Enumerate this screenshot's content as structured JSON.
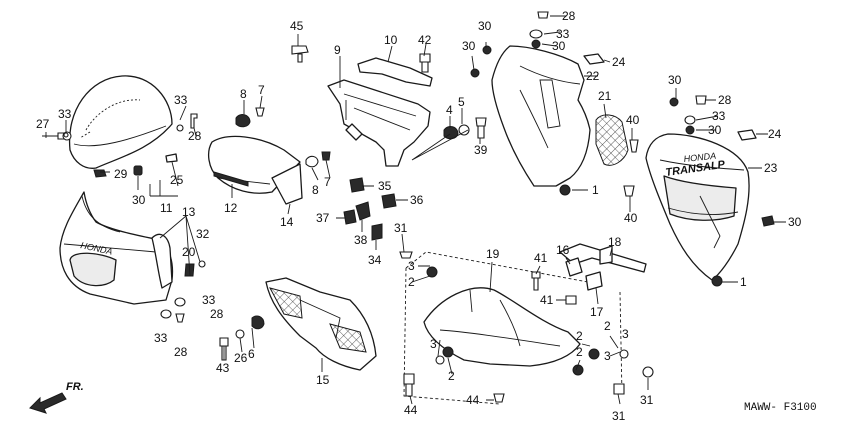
{
  "diagram": {
    "labels": {
      "l1a": "1",
      "l1b": "1",
      "l2a": "2",
      "l2b": "2",
      "l2c": "2",
      "l2d": "2",
      "l2e": "2",
      "l3a": "3",
      "l3b": "3",
      "l3c": "3",
      "l3d": "3",
      "l4": "4",
      "l5": "5",
      "l6": "6",
      "l7a": "7",
      "l7b": "7",
      "l8a": "8",
      "l8b": "8",
      "l9": "9",
      "l10": "10",
      "l11": "11",
      "l12": "12",
      "l13": "13",
      "l14": "14",
      "l15": "15",
      "l16": "16",
      "l17": "17",
      "l18": "18",
      "l19": "19",
      "l20": "20",
      "l21": "21",
      "l22": "22",
      "l23": "23",
      "l24a": "24",
      "l24b": "24",
      "l25": "25",
      "l26": "26",
      "l27": "27",
      "l28a": "28",
      "l28b": "28",
      "l28c": "28",
      "l28d": "28",
      "l28e": "28",
      "l29": "29",
      "l30a": "30",
      "l30b": "30",
      "l30c": "30",
      "l30d": "30",
      "l30e": "30",
      "l30f": "30",
      "l31a": "31",
      "l31b": "31",
      "l32": "32",
      "l33a": "33",
      "l33b": "33",
      "l33c": "33",
      "l33d": "33",
      "l33e": "33",
      "l33f": "33",
      "l34": "34",
      "l35": "35",
      "l36": "36",
      "l37": "37",
      "l38": "38",
      "l39": "39",
      "l40a": "40",
      "l40b": "40",
      "l41a": "41",
      "l41b": "41",
      "l42": "42",
      "l43": "43",
      "l44a": "44",
      "l44b": "44",
      "l45": "45"
    },
    "logo_honda_cowl": "HONDA",
    "logo_honda_side": "HONDA",
    "logo_transalp": "TRANSALP",
    "front_arrow_label": "FR.",
    "diagram_code": "MAWW- F3100"
  }
}
